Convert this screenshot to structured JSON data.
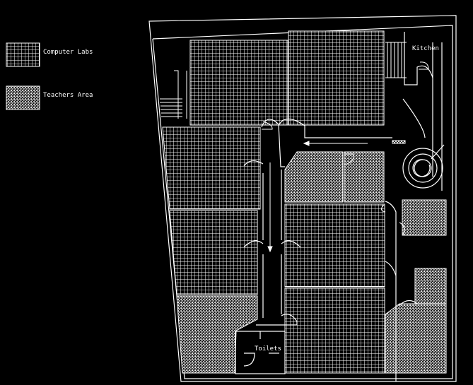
{
  "legend": {
    "items": [
      {
        "label": "Computer Labs",
        "pattern": "grid"
      },
      {
        "label": "Teachers Area",
        "pattern": "crosshatch"
      }
    ]
  },
  "rooms": {
    "kitchen": "Kitchen",
    "toilets": "Toilets"
  },
  "colors": {
    "background": "#000000",
    "lines": "#ffffff"
  }
}
